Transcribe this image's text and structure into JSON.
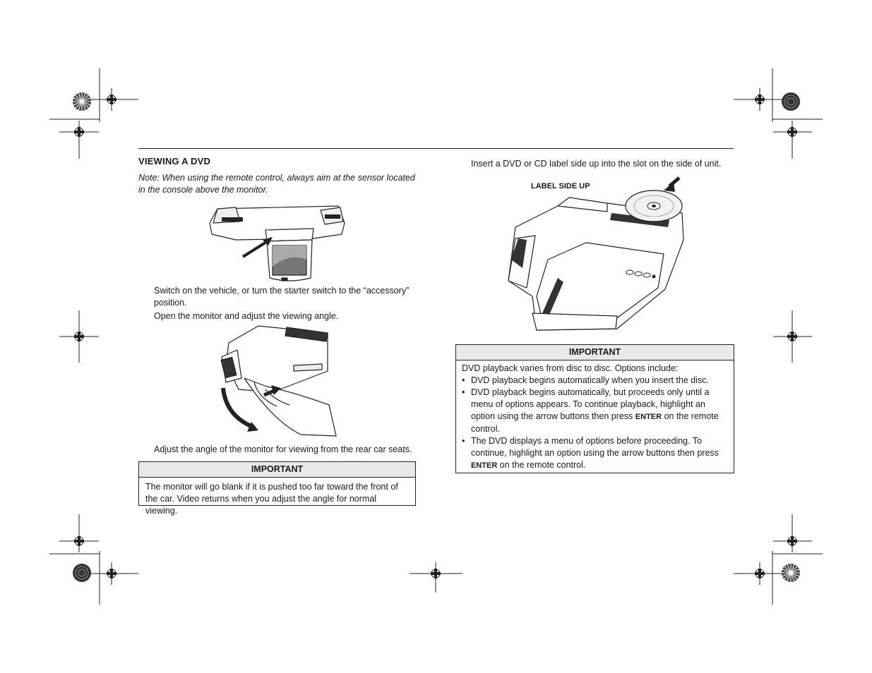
{
  "section": {
    "title": "VIEWING A DVD",
    "note": "Note: When using the remote control, always aim at the sensor located in the console above the monitor."
  },
  "steps": {
    "step1": "Switch on the vehicle, or turn the starter switch to the “accessory” position.",
    "step2": "Open the monitor and adjust the viewing angle.",
    "step3": "Adjust the angle of the monitor for viewing from the rear car seats.",
    "step4": "Insert a DVD or CD label side up into the slot on the side of unit."
  },
  "figure_label": "LABEL SIDE UP",
  "important_left": {
    "heading": "IMPORTANT",
    "text": "The monitor will go blank if it is pushed too far toward the front of the car. Video returns when you adjust the angle for normal viewing."
  },
  "important_right": {
    "heading": "IMPORTANT",
    "intro": "DVD playback varies from disc to disc. Options include:",
    "bullet_symbol": "•",
    "bullet1": "DVD playback begins automatically when you insert the disc.",
    "bullet2_a": "DVD playback begins automatically, but proceeds only until a menu of options appears. To continue playback, highlight an option using the arrow buttons then press",
    "bullet2_key": "ENTER",
    "bullet2_b": "on the remote control.",
    "bullet3_a": "The DVD displays a menu of options before proceeding. To continue, highlight an option using the arrow buttons then press",
    "bullet3_key": "ENTER",
    "bullet3_b": "on the remote control."
  }
}
